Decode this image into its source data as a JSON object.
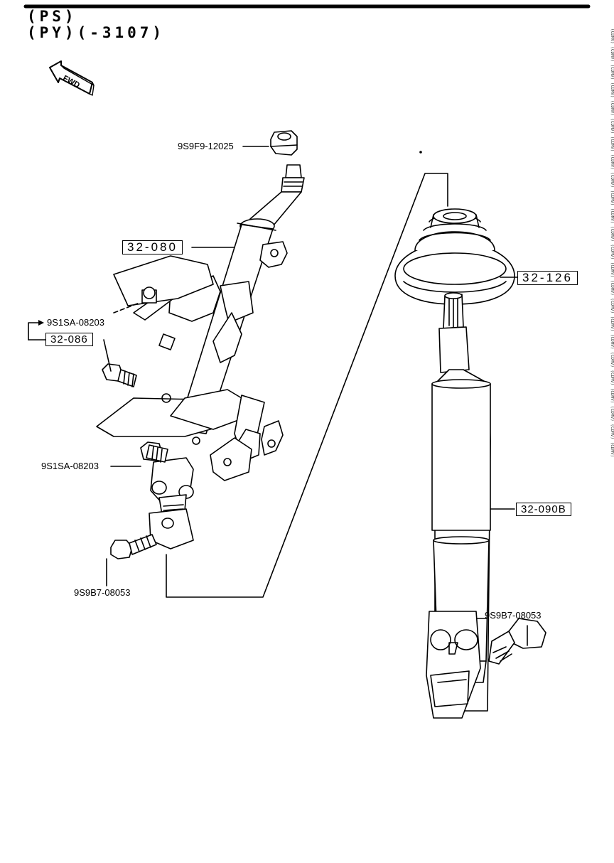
{
  "header": {
    "line1": "(PS)",
    "line2": "(PY)(-3107)"
  },
  "fwd_label": "FWD",
  "callouts": {
    "nut": "9S9F9-12025",
    "bolt_upper": "9S1SA-08203",
    "bolt_lower": "9S1SA-08203",
    "bolt_left": "9S9B7-08053",
    "bolt_right": "9S9B7-08053"
  },
  "refs": {
    "column": "32-080",
    "bracket": "32-086",
    "boot": "32-126",
    "shaft": "32-090B"
  },
  "edge_text": "(CDMV) (CDMV) (CDMV) (CDMV) (CDMV) (CDMV) (CDMV) (CDMV) (CDMV) (CDMV) (CDMV) (CDMV) (CDMV) (CDMV) (CDMV) (CDMV) (CDMV) (CDMV) (CDMV) (CDMV) (CDMV) (CDMV) (CDMV) (CDMV)"
}
